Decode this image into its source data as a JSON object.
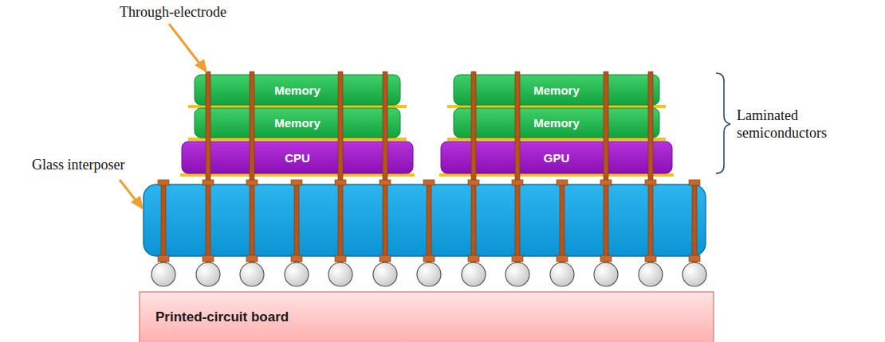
{
  "diagram": {
    "nodes": [
      {
        "text": [
          "Memory"
        ]
      },
      {
        "text": [
          "Memory"
        ]
      },
      {
        "text": [
          "Memory"
        ]
      },
      {
        "text": [
          "Memory"
        ]
      },
      {
        "text": [
          "CPU"
        ]
      },
      {
        "text": [
          "GPU"
        ]
      },
      {
        "text": [
          "Printed-circuit board"
        ]
      }
    ],
    "labels": [
      "Through-electrode",
      "Glass interposer",
      "Laminated semiconductors"
    ]
  }
}
